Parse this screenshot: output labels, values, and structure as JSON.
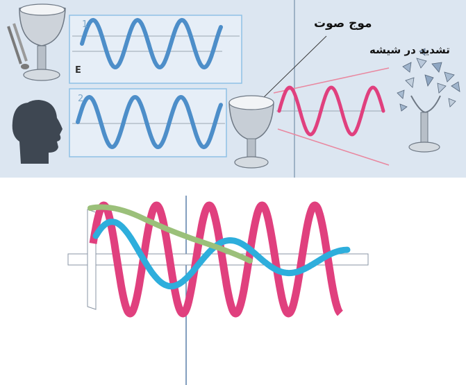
{
  "labels": {
    "sound_wave": "موج صوت",
    "glass_resonance": "تشدید در شیشه",
    "tuning_fork_letter": "E",
    "panel_one_number": "1",
    "panel_two_number": "2"
  },
  "colors": {
    "top_background": "#dce6f1",
    "blue_wave": "#4d8ec9",
    "pink_wave": "#e0407e",
    "green_wave": "#9bc07a",
    "cyan_wave": "#2eaedc",
    "panel_border": "#8fc1e6"
  },
  "icons": {
    "glass": "wine-glass-icon",
    "tuning_fork": "tuning-fork-icon",
    "head": "head-silhouette-icon",
    "shattered": "broken-glass-icon"
  }
}
